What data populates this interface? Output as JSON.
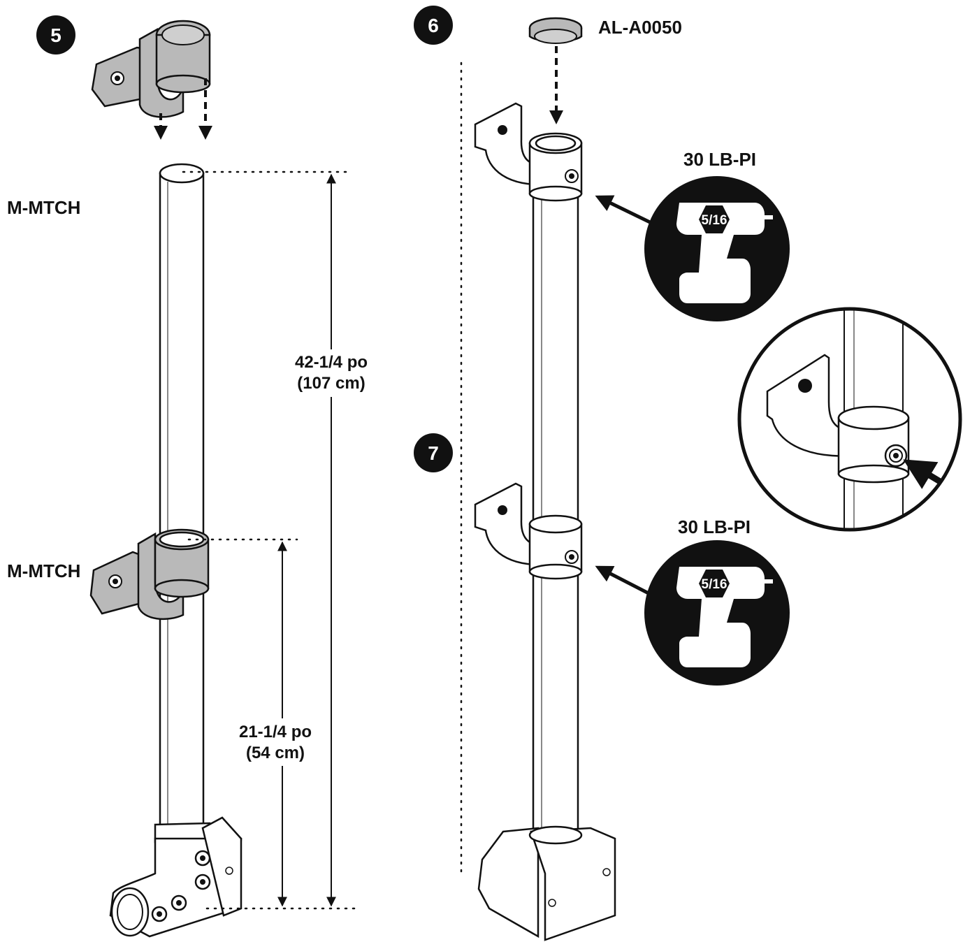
{
  "steps": {
    "step5": {
      "number": "5"
    },
    "step6": {
      "number": "6"
    },
    "step7": {
      "number": "7"
    }
  },
  "parts": {
    "bracket_top": "M-MTCH",
    "bracket_mid": "M-MTCH",
    "cap": "AL-A0050"
  },
  "dimensions": {
    "total_line1": "42-1/4 po",
    "total_line2": "(107 cm)",
    "mid_line1": "21-1/4 po",
    "mid_line2": "(54 cm)"
  },
  "torque": {
    "upper": {
      "label": "30 LB-PI",
      "bit": "5/16"
    },
    "lower": {
      "label": "30 LB-PI",
      "bit": "5/16"
    }
  }
}
